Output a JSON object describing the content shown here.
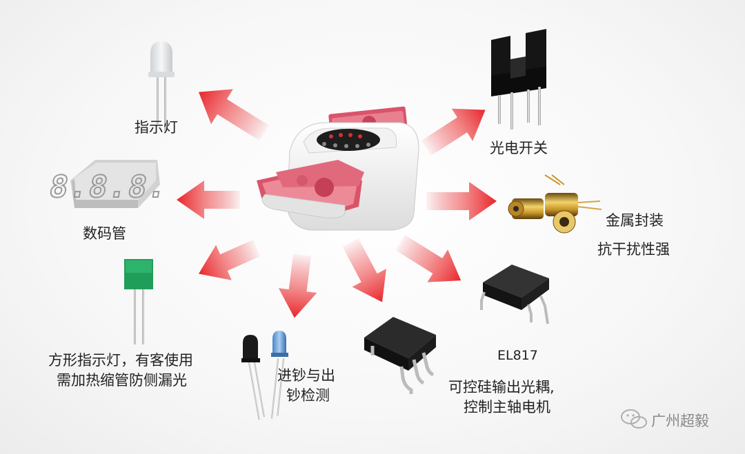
{
  "labels": {
    "indicator_light": "指示灯",
    "digital_tube": "数码管",
    "square_indicator_line1": "方形指示灯，有客使用",
    "square_indicator_line2": "需加热缩管防侧漏光",
    "detect_line1": "进钞与出",
    "detect_line2": "钞检测",
    "optocoupler_line1": "可控硅输出光耦,",
    "optocoupler_line2": "控制主轴电机",
    "el817": "EL817",
    "photo_switch": "光电开关",
    "metal_pkg_line1": "金属封装",
    "metal_pkg_line2": "抗干扰性强"
  },
  "watermark": {
    "text": "广州超毅",
    "icon": "wechat-icon"
  },
  "display_digits": "8.8.8.",
  "colors": {
    "arrow": "#e8252a",
    "label": "#222222",
    "led_green": "#1f9e5a",
    "banknote": "#d9546a"
  }
}
